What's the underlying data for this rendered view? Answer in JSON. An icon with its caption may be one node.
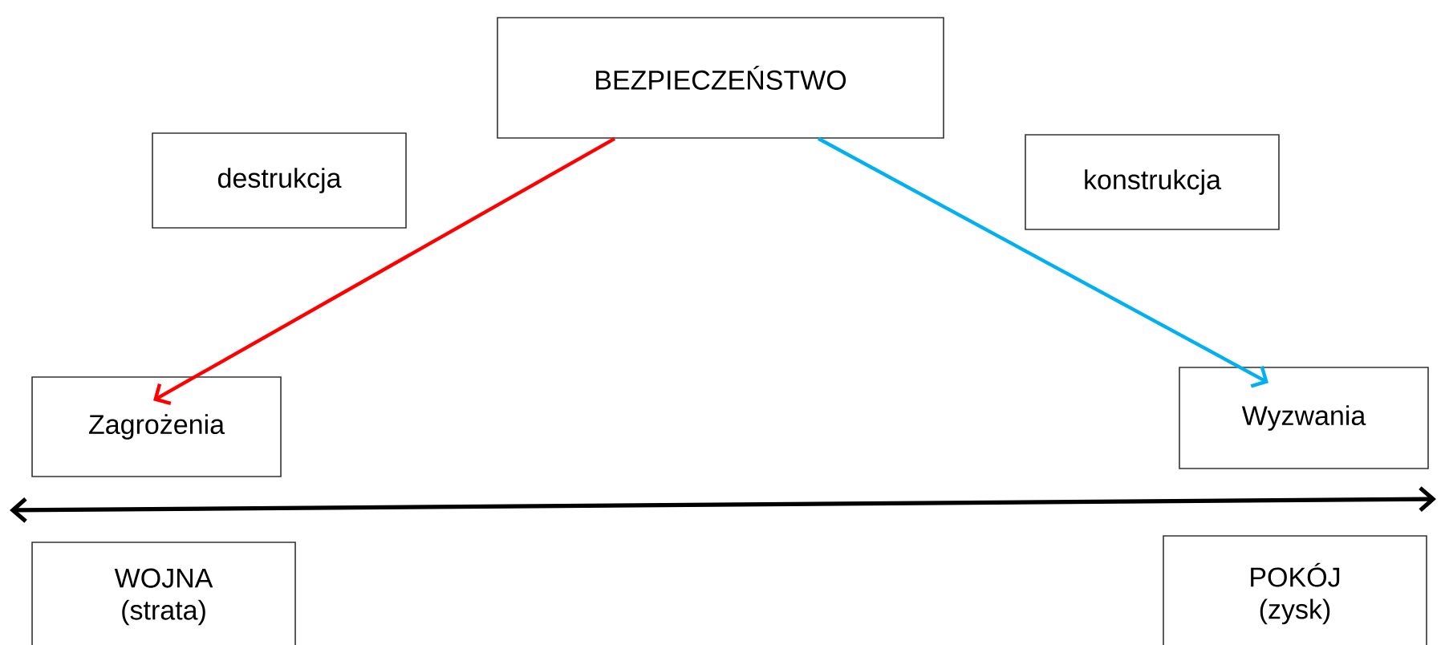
{
  "diagram": {
    "nodes": [
      {
        "text": [
          "BEZPIECZEŃSTWO"
        ]
      },
      {
        "text": [
          "destrukcja"
        ]
      },
      {
        "text": [
          "konstrukcja"
        ]
      },
      {
        "text": [
          "Zagrożenia"
        ]
      },
      {
        "text": [
          "Wyzwania"
        ]
      },
      {
        "text": [
          "WOJNA (strata)"
        ]
      },
      {
        "text": [
          "POKÓJ (zysk)"
        ]
      }
    ],
    "edges": [
      {
        "from": 0,
        "to": 3,
        "arrow": "to",
        "color": "#ff0000"
      },
      {
        "from": 0,
        "to": 4,
        "arrow": "to",
        "color": "#00b0f0"
      }
    ]
  }
}
